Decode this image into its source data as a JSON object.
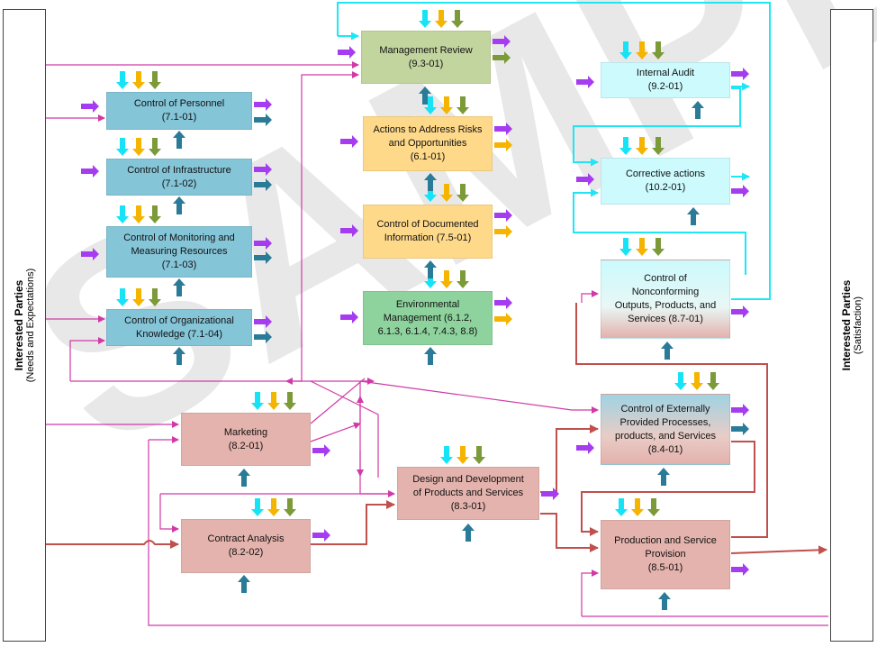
{
  "watermark": "SAMPLE",
  "left_party": {
    "title": "Interested Parties",
    "subtitle": "(Needs and Expectations)"
  },
  "right_party": {
    "title": "Interested Parties",
    "subtitle": "(Satisfaction)"
  },
  "processes": [
    {
      "id": "management-review",
      "text": "Management Review\n(9.3-01)",
      "color": "#c3d59f"
    },
    {
      "id": "actions-risks",
      "text": "Actions to Address Risks\nand Opportunities\n(6.1-01)",
      "color": "#ffd98a"
    },
    {
      "id": "documented-info",
      "text": "Control of Documented\nInformation (7.5-01)",
      "color": "#ffd98a"
    },
    {
      "id": "environmental",
      "text": "Environmental\nManagement (6.1.2,\n6.1.3, 6.1.4, 7.4.3, 8.8)",
      "color": "#8ed39d"
    },
    {
      "id": "personnel",
      "text": "Control of Personnel\n(7.1-01)",
      "color": "#85c5d8"
    },
    {
      "id": "infrastructure",
      "text": "Control of Infrastructure\n(7.1-02)",
      "color": "#85c5d8"
    },
    {
      "id": "monitoring",
      "text": "Control of Monitoring and\nMeasuring Resources\n(7.1-03)",
      "color": "#85c5d8"
    },
    {
      "id": "knowledge",
      "text": "Control of Organizational\nKnowledge (7.1-04)",
      "color": "#85c5d8"
    },
    {
      "id": "internal-audit",
      "text": "Internal Audit\n(9.2-01)",
      "color": "#ccfafd"
    },
    {
      "id": "corrective",
      "text": "Corrective actions\n(10.2-01)",
      "color": "#ccfafd"
    },
    {
      "id": "nonconforming",
      "text": "Control of\nNonconforming\nOutputs, Products, and\nServices (8.7-01)",
      "color": "#ccfafd"
    },
    {
      "id": "marketing",
      "text": "Marketing\n(8.2-01)",
      "color": "#e4b3ad"
    },
    {
      "id": "contract",
      "text": "Contract Analysis\n(8.2-02)",
      "color": "#e4b3ad"
    },
    {
      "id": "design",
      "text": "Design and Development\nof Products and Services\n(8.3-01)",
      "color": "#e4b3ad"
    },
    {
      "id": "external",
      "text": "Control of Externally\nProvided Processes,\nproducts, and Services\n(8.4-01)",
      "color": "#e4b3ad"
    },
    {
      "id": "production",
      "text": "Production and Service\nProvision\n(8.5-01)",
      "color": "#e4b3ad"
    }
  ],
  "arrow_colors": {
    "input": "#a53cf0",
    "output_teal": "#2a7b97",
    "cyan": "#17e3f7",
    "gold": "#f5b400",
    "olive": "#7c9a38",
    "magenta": "#d13aa6",
    "red": "#c0504d",
    "cyan_line": "#1ee6f5"
  }
}
